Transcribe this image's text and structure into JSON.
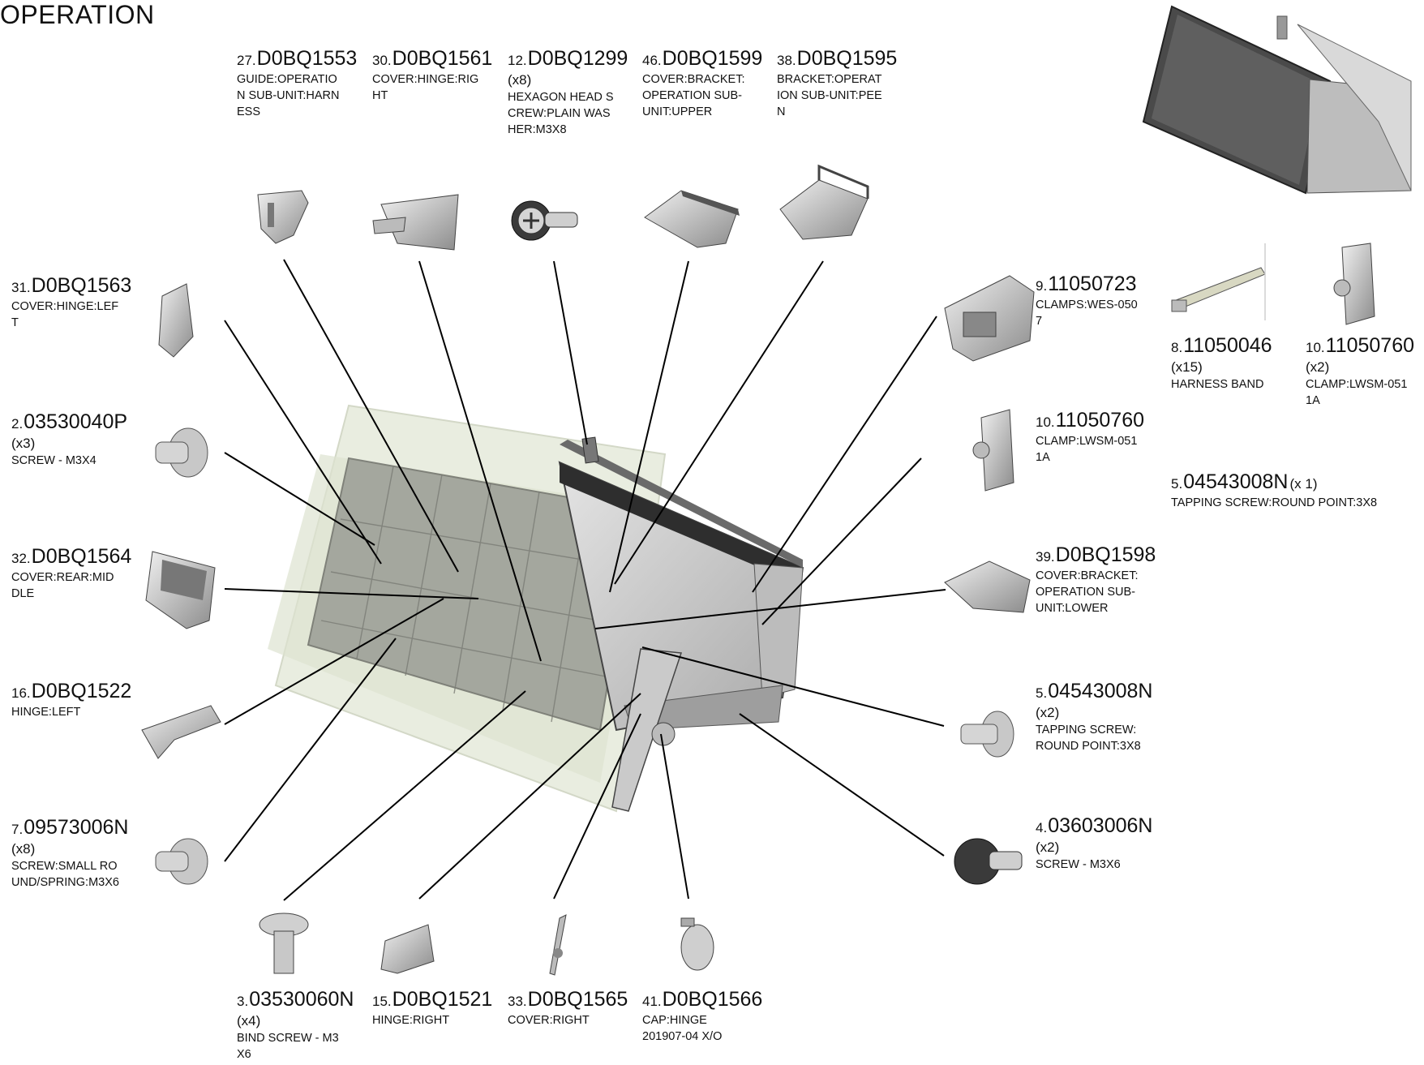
{
  "title": "OPERATION",
  "parts": [
    {
      "id": "p27",
      "num": "27.",
      "code": "D0BQ1553",
      "qty": "",
      "desc": [
        "GUIDE:OPERATIO",
        "N SUB-UNIT:HARN",
        "ESS"
      ],
      "icon": "guide-part-icon"
    },
    {
      "id": "p30",
      "num": "30.",
      "code": "D0BQ1561",
      "qty": "",
      "desc": [
        "COVER:HINGE:RIG",
        "HT"
      ],
      "icon": "hinge-cover-icon"
    },
    {
      "id": "p12",
      "num": "12.",
      "code": "D0BQ1299",
      "qty": "(x8)",
      "desc": [
        "HEXAGON HEAD S",
        "CREW:PLAIN WAS",
        "HER:M3X8"
      ],
      "icon": "hex-screw-icon"
    },
    {
      "id": "p46",
      "num": "46.",
      "code": "D0BQ1599",
      "qty": "",
      "desc": [
        "COVER:BRACKET:",
        "OPERATION SUB-",
        "UNIT:UPPER"
      ],
      "icon": "bracket-cover-icon"
    },
    {
      "id": "p38",
      "num": "38.",
      "code": "D0BQ1595",
      "qty": "",
      "desc": [
        "BRACKET:OPERAT",
        "ION SUB-UNIT:PEE",
        "N"
      ],
      "icon": "bracket-icon"
    },
    {
      "id": "p31",
      "num": "31.",
      "code": "D0BQ1563",
      "qty": "",
      "desc": [
        "COVER:HINGE:LEF",
        "T"
      ],
      "icon": "hinge-cover-left-icon"
    },
    {
      "id": "p2",
      "num": "2.",
      "code": "03530040P",
      "qty": "(x3)",
      "desc": [
        "SCREW - M3X4"
      ],
      "icon": "screw-icon"
    },
    {
      "id": "p32",
      "num": "32.",
      "code": "D0BQ1564",
      "qty": "",
      "desc": [
        "COVER:REAR:MID",
        "DLE"
      ],
      "icon": "rear-cover-icon"
    },
    {
      "id": "p16",
      "num": "16.",
      "code": "D0BQ1522",
      "qty": "",
      "desc": [
        "HINGE:LEFT"
      ],
      "icon": "hinge-icon"
    },
    {
      "id": "p7",
      "num": "7.",
      "code": "09573006N",
      "qty": "(x8)",
      "desc": [
        "SCREW:SMALL RO",
        "UND/SPRING:M3X6"
      ],
      "icon": "screw-icon"
    },
    {
      "id": "p3",
      "num": "3.",
      "code": "03530060N",
      "qty": "(x4)",
      "desc": [
        "BIND SCREW - M3",
        "X6"
      ],
      "icon": "bind-screw-icon"
    },
    {
      "id": "p15",
      "num": "15.",
      "code": "D0BQ1521",
      "qty": "",
      "desc": [
        "HINGE:RIGHT"
      ],
      "icon": "hinge-icon"
    },
    {
      "id": "p33",
      "num": "33.",
      "code": "D0BQ1565",
      "qty": "",
      "desc": [
        "COVER:RIGHT"
      ],
      "icon": "cover-right-icon"
    },
    {
      "id": "p41",
      "num": "41.",
      "code": "D0BQ1566",
      "qty": "",
      "desc": [
        "CAP:HINGE",
        "201907-04 X/O"
      ],
      "icon": "cap-icon"
    },
    {
      "id": "p9",
      "num": "9.",
      "code": "11050723",
      "qty": "",
      "desc": [
        "CLAMPS:WES-050",
        "7"
      ],
      "icon": "clamp-icon"
    },
    {
      "id": "p10a",
      "num": "10.",
      "code": "11050760",
      "qty": "",
      "desc": [
        "CLAMP:LWSM-051",
        "1A"
      ],
      "icon": "clamp-icon"
    },
    {
      "id": "p39",
      "num": "39.",
      "code": "D0BQ1598",
      "qty": "",
      "desc": [
        "COVER:BRACKET:",
        "OPERATION SUB-",
        "UNIT:LOWER"
      ],
      "icon": "bracket-cover-icon"
    },
    {
      "id": "p5a",
      "num": "5.",
      "code": "04543008N",
      "qty": "(x2)",
      "desc": [
        "TAPPING SCREW:",
        "ROUND POINT:3X8"
      ],
      "icon": "tapping-screw-icon"
    },
    {
      "id": "p4",
      "num": "4.",
      "code": "03603006N",
      "qty": "(x2)",
      "desc": [
        "SCREW - M3X6"
      ],
      "icon": "hex-screw-icon"
    },
    {
      "id": "p8",
      "num": "8.",
      "code": "11050046",
      "qty": "(x15)",
      "desc": [
        "HARNESS BAND"
      ],
      "icon": "harness-band-icon"
    },
    {
      "id": "p10b",
      "num": "10.",
      "code": "11050760",
      "qty": "(x2)",
      "desc": [
        "CLAMP:LWSM-051",
        "1A"
      ],
      "icon": "clamp-icon"
    },
    {
      "id": "p5b",
      "num": "5.",
      "code": "04543008N",
      "qty": "(x 1)",
      "desc": [
        "TAPPING SCREW:ROUND POINT:3X8"
      ],
      "icon": ""
    }
  ]
}
